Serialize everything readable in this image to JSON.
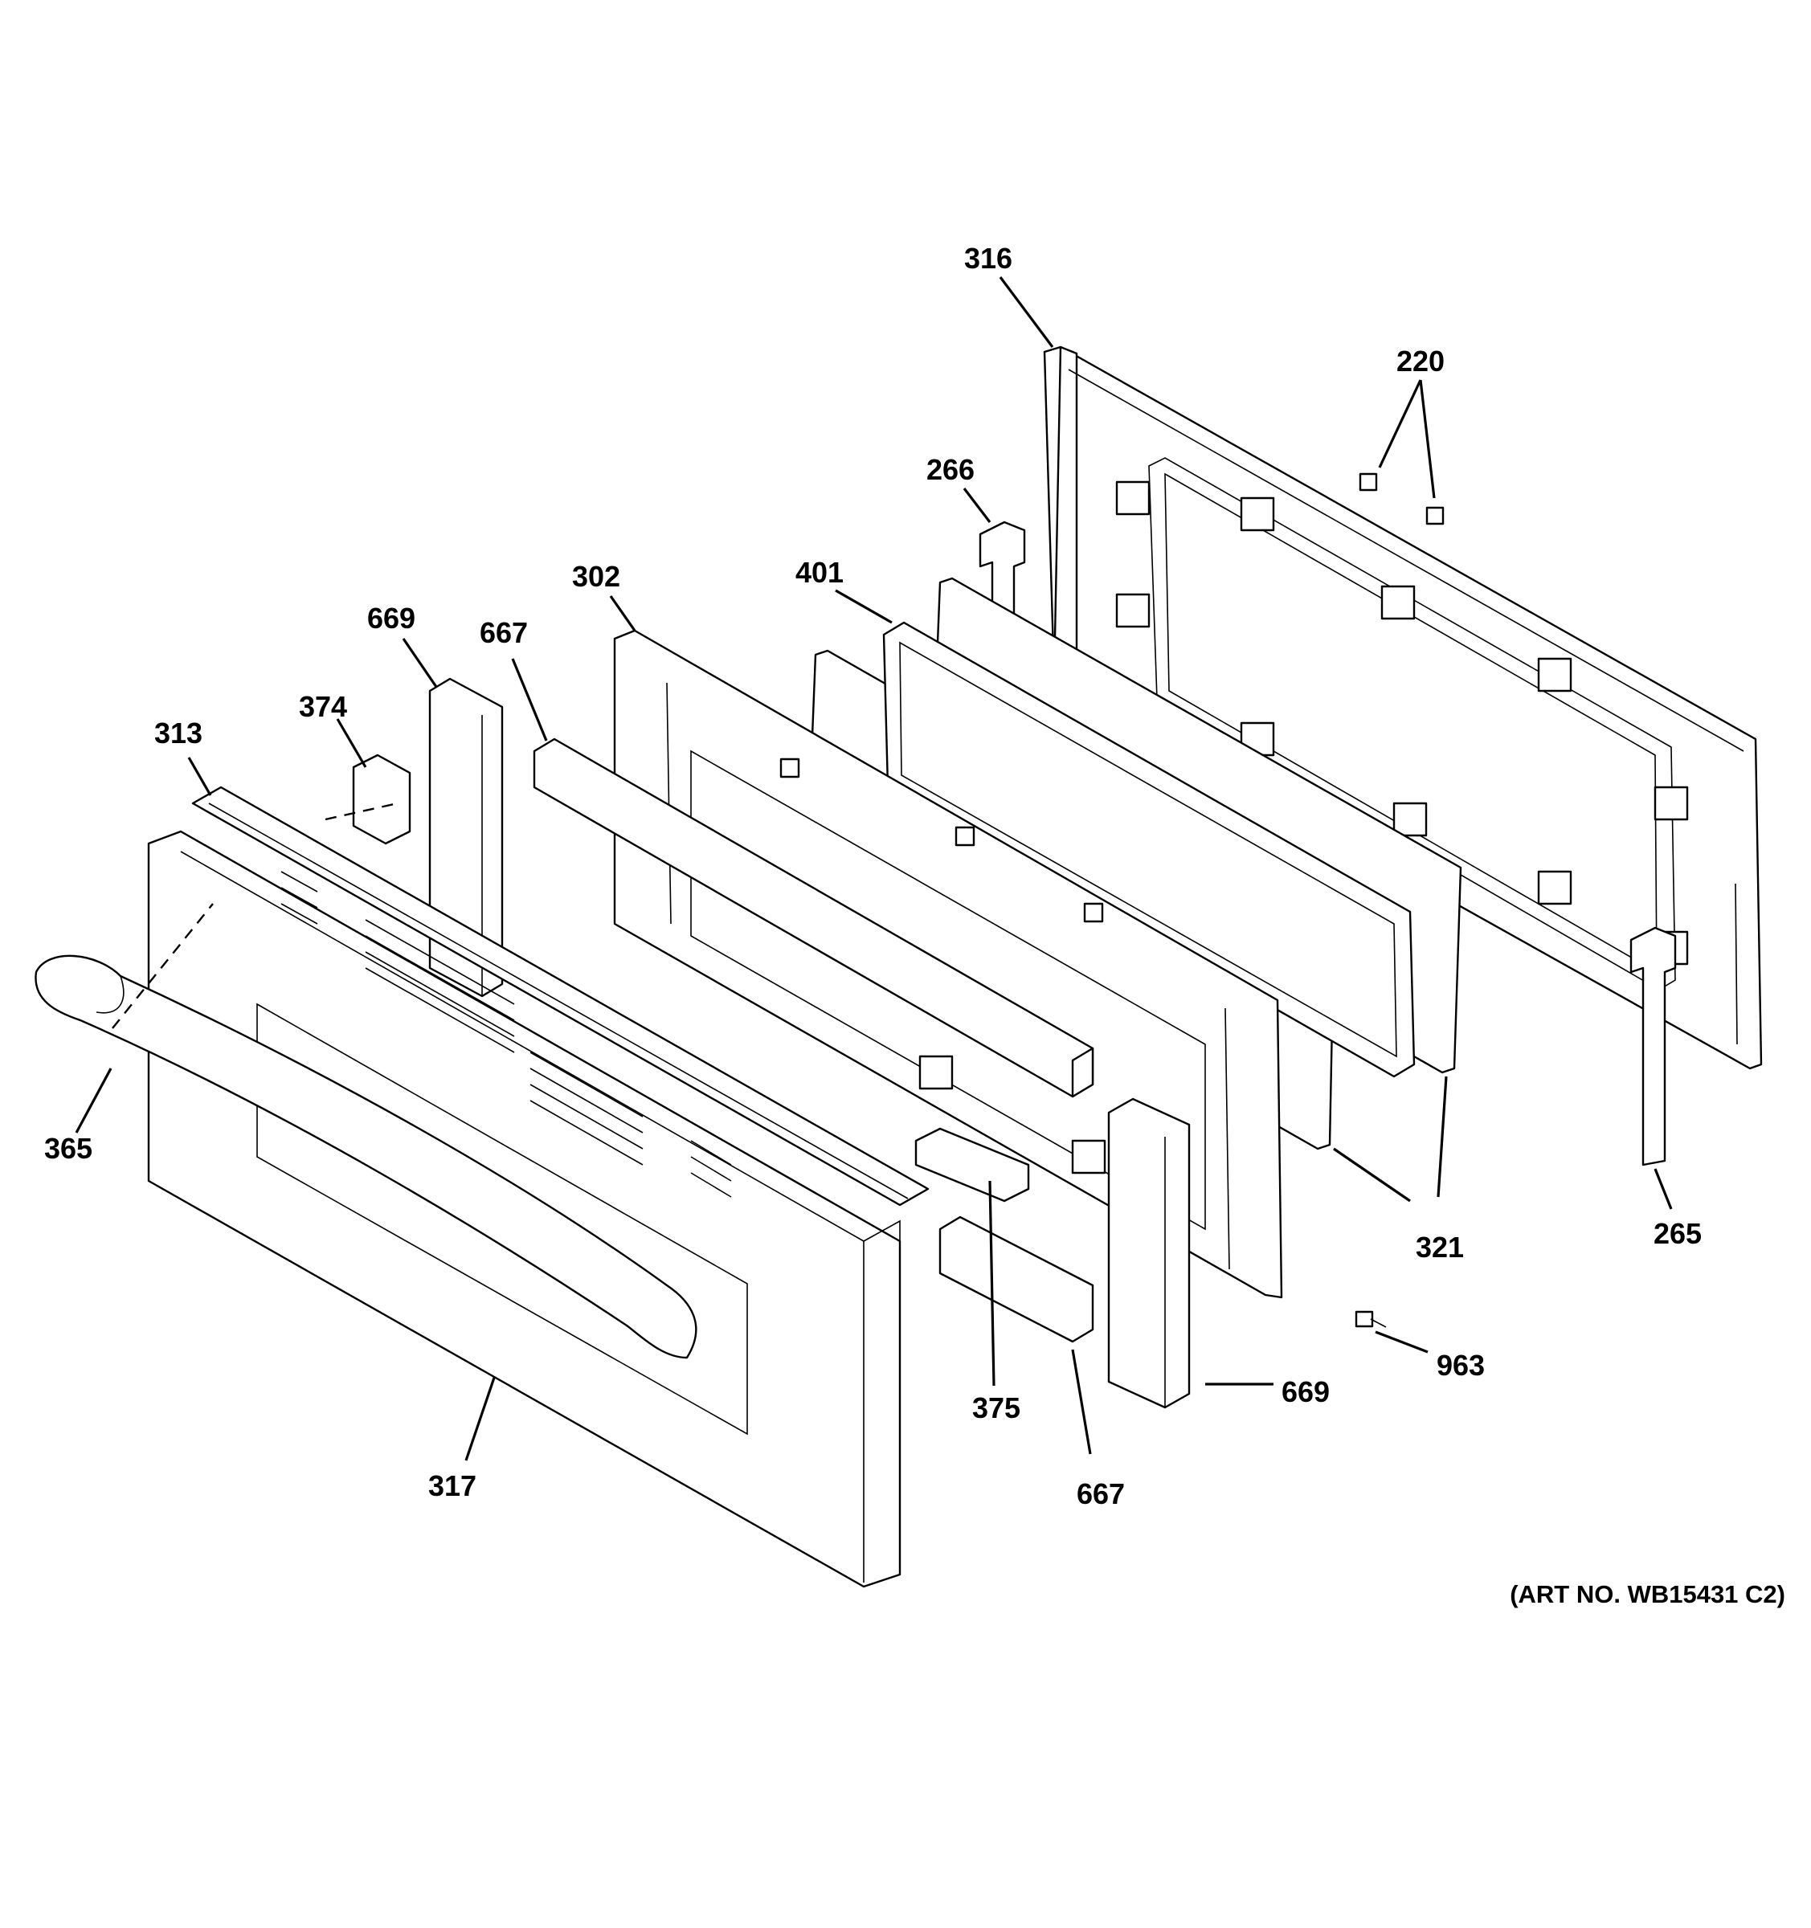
{
  "diagram": {
    "art_number": "(ART NO. WB15431 C2)",
    "callouts": {
      "c316": "316",
      "c220": "220",
      "c266": "266",
      "c401": "401",
      "c302": "302",
      "c669_top": "669",
      "c667_top": "667",
      "c374": "374",
      "c313": "313",
      "c365": "365",
      "c321": "321",
      "c265": "265",
      "c963": "963",
      "c669_bottom": "669",
      "c375": "375",
      "c667_bottom": "667",
      "c317": "317"
    }
  }
}
